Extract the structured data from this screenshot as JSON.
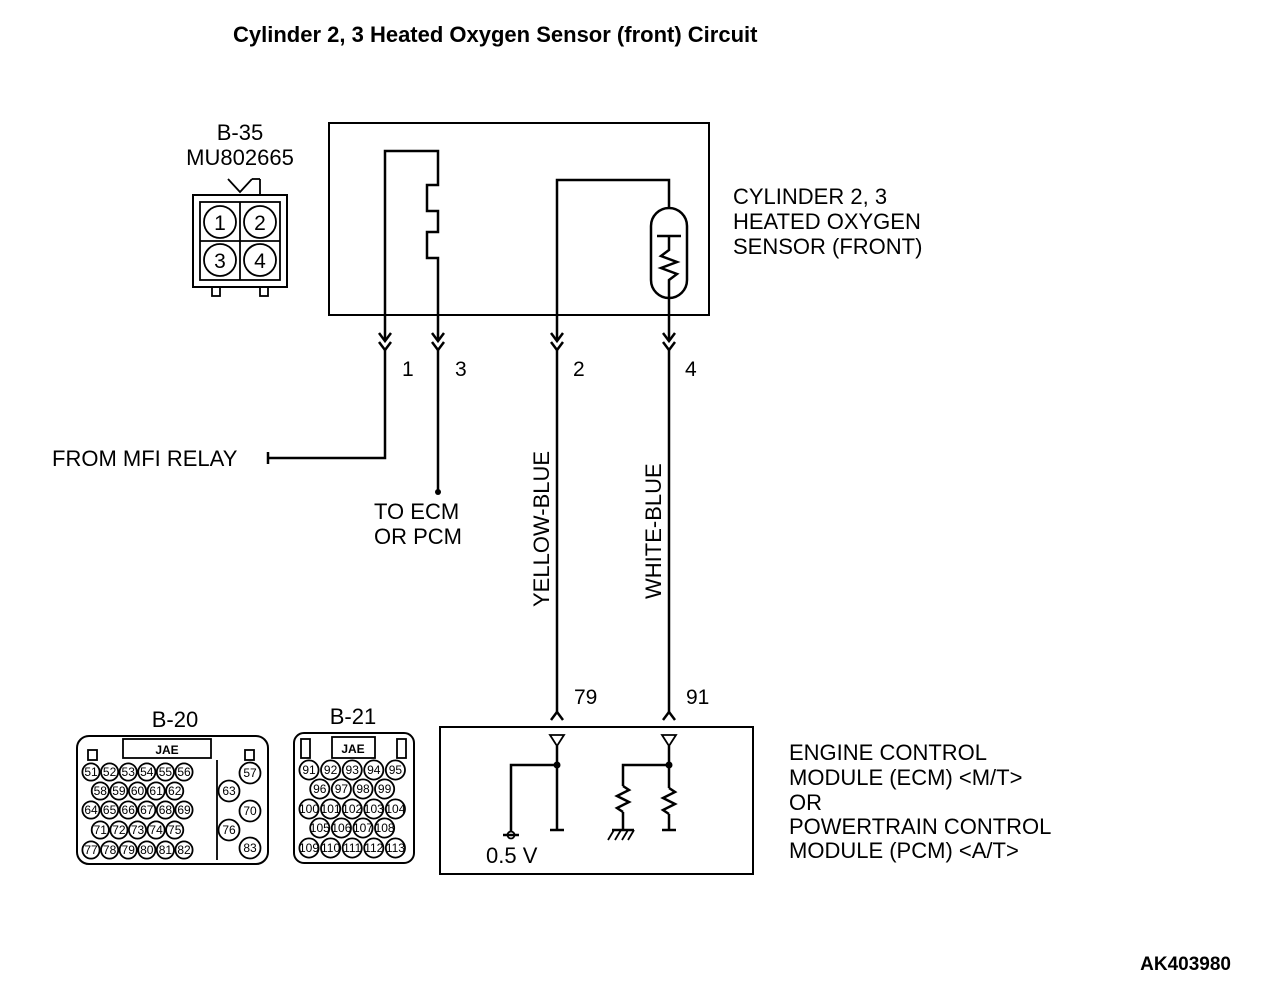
{
  "title": "Cylinder 2, 3 Heated Oxygen Sensor (front) Circuit",
  "figure_id": "AK403980",
  "connector_b35": {
    "name": "B-35",
    "part_number": "MU802665",
    "pins": [
      "1",
      "2",
      "3",
      "4"
    ]
  },
  "sensor": {
    "label_lines": [
      "CYLINDER 2, 3",
      "HEATED OXYGEN",
      "SENSOR (FRONT)"
    ],
    "pins": [
      "1",
      "3",
      "2",
      "4"
    ]
  },
  "wires": {
    "from_mfi_relay": "FROM MFI RELAY",
    "to_ecm_lines": [
      "TO ECM",
      "OR PCM"
    ],
    "yellow_blue": "YELLOW-BLUE",
    "white_blue": "WHITE-BLUE"
  },
  "ecm": {
    "pin_left": "79",
    "pin_right": "91",
    "voltage": "0.5 V",
    "label_lines": [
      "ENGINE CONTROL",
      "MODULE (ECM) <M/T>",
      "OR",
      "POWERTRAIN CONTROL",
      "MODULE (PCM) <A/T>"
    ]
  },
  "connector_b20": {
    "name": "B-20",
    "maker": "JAE",
    "rows": [
      [
        "51",
        "52",
        "53",
        "54",
        "55",
        "56"
      ],
      [
        "58",
        "59",
        "60",
        "61",
        "62"
      ],
      [
        "64",
        "65",
        "66",
        "67",
        "68",
        "69"
      ],
      [
        "71",
        "72",
        "73",
        "74",
        "75"
      ],
      [
        "77",
        "78",
        "79",
        "80",
        "81",
        "82"
      ]
    ],
    "side_pins": [
      "57",
      "63",
      "70",
      "76",
      "83"
    ]
  },
  "connector_b21": {
    "name": "B-21",
    "maker": "JAE",
    "rows": [
      [
        "91",
        "92",
        "93",
        "94",
        "95"
      ],
      [
        "96",
        "97",
        "98",
        "99"
      ],
      [
        "100",
        "101",
        "102",
        "103",
        "104"
      ],
      [
        "105",
        "106",
        "107",
        "108"
      ],
      [
        "109",
        "110",
        "111",
        "112",
        "113"
      ]
    ]
  }
}
